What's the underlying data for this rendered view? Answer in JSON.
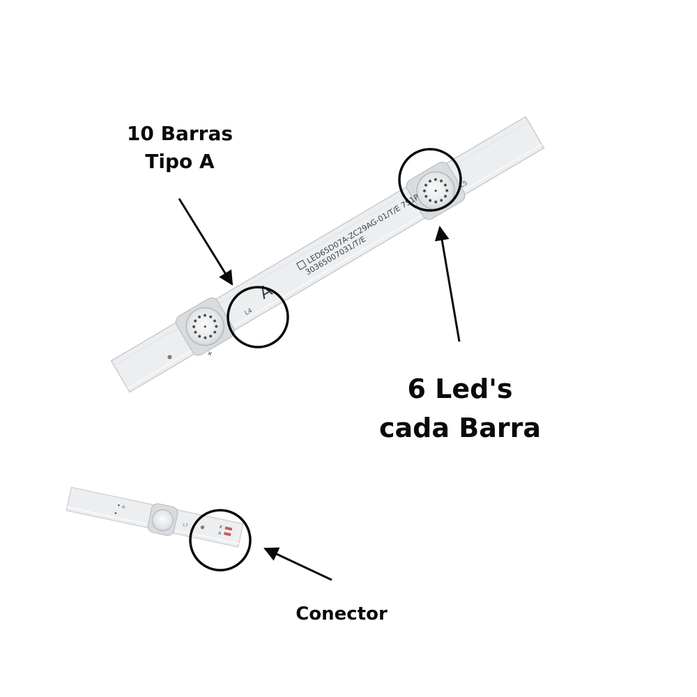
{
  "callouts": {
    "tipo_line1": "10 Barras",
    "tipo_line2": "Tipo A",
    "leds_line1": "6 Led's",
    "leds_line2": "cada Barra",
    "conector": "Conector"
  },
  "strip_upper": {
    "part_number": "LED65D07A-ZC29AG-01/T/E 7S1P",
    "serial": "30365007031/T/E",
    "type_letter": "A",
    "led_label_left": "L4",
    "led_label_right": "L5",
    "plus_mark": "+"
  },
  "strip_lower": {
    "led_label": "L7",
    "pin_a": "A",
    "pin_k": "K"
  },
  "colors": {
    "strip_fill": "#eceef0",
    "strip_edge": "#c7cbcf",
    "ink": "#0a0a0a",
    "background": "#ffffff"
  }
}
